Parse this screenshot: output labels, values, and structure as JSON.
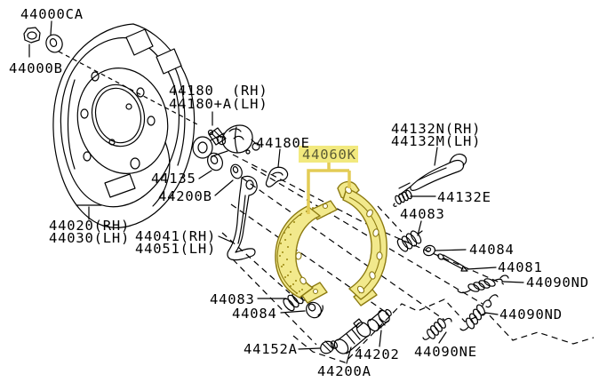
{
  "diagram": {
    "colors": {
      "background": "#ffffff",
      "line": "#000000",
      "highlight_fill": "#F2E98C",
      "highlight_stroke": "#8C7A10",
      "highlight_label_bg": "#F2E97E",
      "highlight_label_text": "#5C5C35",
      "bracket": "#E3CC55"
    },
    "labels": [
      {
        "name": "44000CA",
        "text": "44000CA"
      },
      {
        "name": "44000B",
        "text": "44000B"
      },
      {
        "name": "44180-rh",
        "text": "44180  (RH)"
      },
      {
        "name": "44180+A-lh",
        "text": "44180+A(LH)"
      },
      {
        "name": "44180E",
        "text": "44180E"
      },
      {
        "name": "44060K",
        "text": "44060K"
      },
      {
        "name": "44132N-rh",
        "text": "44132N(RH)"
      },
      {
        "name": "44132M-lh",
        "text": "44132M(LH)"
      },
      {
        "name": "44132E",
        "text": "44132E"
      },
      {
        "name": "44083-upper",
        "text": "44083"
      },
      {
        "name": "44084-right",
        "text": "44084"
      },
      {
        "name": "44081",
        "text": "44081"
      },
      {
        "name": "44090ND-upper",
        "text": "44090ND"
      },
      {
        "name": "44090ND-lower",
        "text": "44090ND"
      },
      {
        "name": "44090NE",
        "text": "44090NE"
      },
      {
        "name": "44202",
        "text": "44202"
      },
      {
        "name": "44200A",
        "text": "44200A"
      },
      {
        "name": "44152A",
        "text": "44152A"
      },
      {
        "name": "44083-lower",
        "text": "44083"
      },
      {
        "name": "44084-lower",
        "text": "44084"
      },
      {
        "name": "44135",
        "text": "44135"
      },
      {
        "name": "44200B",
        "text": "44200B"
      },
      {
        "name": "44020-rh",
        "text": "44020(RH)"
      },
      {
        "name": "44030-lh",
        "text": "44030(LH)"
      },
      {
        "name": "44041-rh",
        "text": "44041(RH)"
      },
      {
        "name": "44051-lh",
        "text": "44051(LH)"
      }
    ]
  }
}
